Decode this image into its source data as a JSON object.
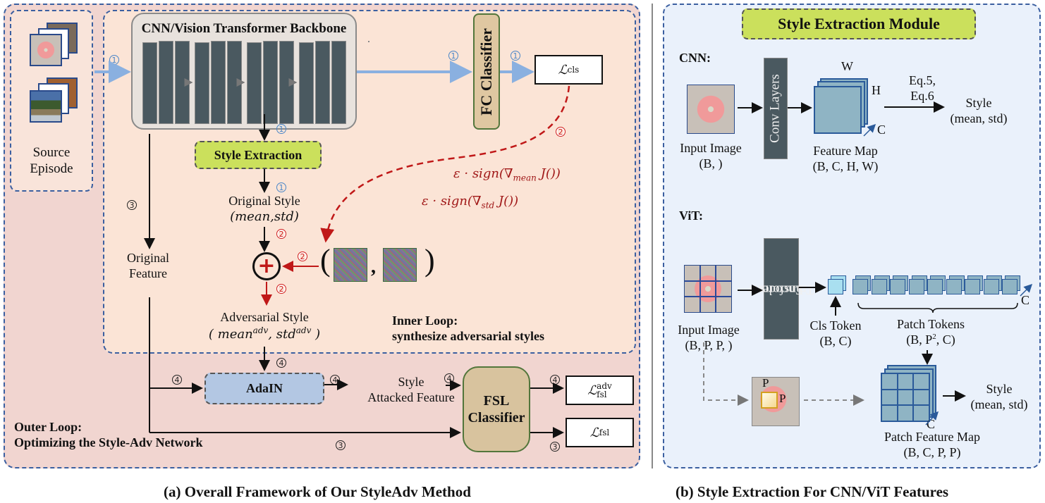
{
  "panel_a": {
    "caption": "(a) Overall Framework of Our StyleAdv Method",
    "source_label_1": "Source",
    "source_label_2": "Episode",
    "backbone_title": "CNN/Vision Transformer Backbone",
    "fc_classifier": "FC Classifier",
    "loss_cls": "ℒ",
    "loss_cls_sub": "cls",
    "style_extraction": "Style Extraction",
    "original_style_label": "Original Style",
    "original_style_math": "(mean,std)",
    "original_feature_1": "Original",
    "original_feature_2": "Feature",
    "grad_mean": "ε · sign(∇",
    "grad_mean_sub": "mean",
    "grad_mean_tail": " J())",
    "grad_std": "ε · sign(∇",
    "grad_std_sub": "std",
    "grad_std_tail": " J())",
    "plus_symbol": "+",
    "paren_open": "(",
    "paren_comma": ",",
    "paren_close": ")",
    "adversarial_style_label": "Adversarial Style",
    "adv_mean": "mean",
    "adv_std": "std",
    "adv_sup": "adv",
    "inner_loop_1": "Inner Loop:",
    "inner_loop_2": "synthesize adversarial styles",
    "adain": "AdaIN",
    "style_attacked_1": "Style",
    "style_attacked_2": "Attacked Feature",
    "fsl_1": "FSL",
    "fsl_2": "Classifier",
    "loss_fsl": "ℒ",
    "loss_fsl_sub": "fsl",
    "loss_fsl_adv_sup": "adv",
    "outer_loop_1": "Outer Loop:",
    "outer_loop_2": "Optimizing the Style-Adv Network",
    "step_markers": {
      "one": "1",
      "two": "2",
      "three": "3",
      "four": "4"
    }
  },
  "panel_b": {
    "caption": "(b) Style Extraction For CNN/ViT Features",
    "module_title": "Style Extraction Module",
    "cnn_label": "CNN:",
    "cnn_input_1": "Input Image",
    "cnn_input_2": "(B, )",
    "conv_layers": "Conv Layers",
    "dim_w": "W",
    "dim_h": "H",
    "dim_c": "C",
    "feature_map_1": "Feature Map",
    "feature_map_2": "(B, C, H, W)",
    "eq_1": "Eq.5,",
    "eq_2": "Eq.6",
    "style_1": "Style",
    "style_2": "(mean, std)",
    "vit_label": "ViT:",
    "vit_input_1": "Input Image",
    "vit_input_2": "(B, P,  P, )",
    "transformer_1": "Transformer",
    "transformer_2": "Encoder",
    "cls_token_1": "Cls Token",
    "cls_token_2": "(B, C)",
    "patch_tokens_1": "Patch Tokens",
    "patch_tokens_2a": "(B, P",
    "patch_tokens_sup": "2",
    "patch_tokens_2b": ", C)",
    "patch_p": "P",
    "patch_fm_1": "Patch Feature Map",
    "patch_fm_2": "(B, C, P, P)",
    "vit_style_1": "Style",
    "vit_style_2": "(mean, std)",
    "patch_token_count": 9
  },
  "colors": {
    "outer_bg": "#f1d5d0",
    "inner_bg": "#fbe4d6",
    "panel_b_bg": "#eaf1fb",
    "dashed_border": "#3b5fa0",
    "block_dark": "#4a5960",
    "style_green": "#cbe05c",
    "adain_blue": "#b3c7e3",
    "classifier_tan": "#d8c39e",
    "step1_blue": "#4a86c8",
    "step2_red": "#d02020",
    "gradient_text": "#a01818"
  }
}
